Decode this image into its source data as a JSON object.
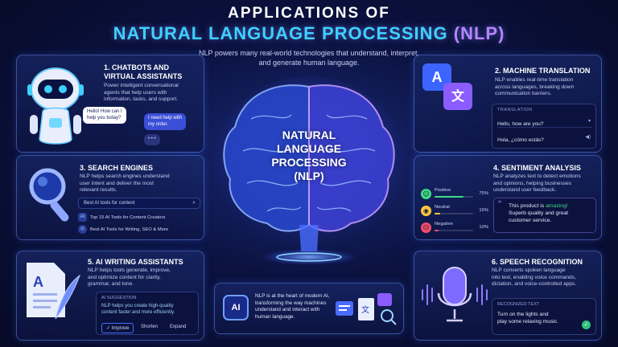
{
  "header": {
    "line1": "APPLICATIONS OF",
    "line2_main": "NATURAL LANGUAGE PROCESSING ",
    "line2_accent": "(NLP)",
    "subtitle_1": "NLP powers many real-world technologies that understand, interpret,",
    "subtitle_2": "and generate human language."
  },
  "center": {
    "l1": "NATURAL",
    "l2": "LANGUAGE",
    "l3": "PROCESSING",
    "l4": "(NLP)"
  },
  "chatbots": {
    "title_1": "1. CHATBOTS AND",
    "title_2": "VIRTUAL ASSISTANTS",
    "desc_1": "Power intelligent conversational",
    "desc_2": "agents that help users with",
    "desc_3": "information, tasks, and support.",
    "bubble_bot_1": "Hello! How can I",
    "bubble_bot_2": "help you today?",
    "bubble_user_1": "I need help with",
    "bubble_user_2": "my order.",
    "typing": "• • •"
  },
  "translation": {
    "title": "2. MACHINE TRANSLATION",
    "desc_1": "NLP enables real-time translation",
    "desc_2": "across languages, breaking down",
    "desc_3": "communication barriers.",
    "panel_label": "TRANSLATION",
    "source": "Hello, how are you?",
    "target": "Hola, ¿cómo estás?",
    "glyph_a": "A",
    "glyph_b": "文"
  },
  "search": {
    "title": "3. SEARCH ENGINES",
    "desc_1": "NLP helps search engines understand",
    "desc_2": "user intent and deliver the most",
    "desc_3": "relevant results.",
    "query": "Best AI tools for content",
    "result_1": "Top 15 AI Tools for Content Creators",
    "result_2": "Best AI Tools for Writing, SEO & More",
    "result_1_icon": "AI"
  },
  "sentiment": {
    "title": "4. SENTIMENT ANALYSIS",
    "desc_1": "NLP analyzes text to detect emotions",
    "desc_2": "and opinions, helping businesses",
    "desc_3": "understand user feedback.",
    "rows": [
      {
        "label": "Positive",
        "value": "75%",
        "fraction": 0.75,
        "color": "#3ddc84"
      },
      {
        "label": "Neutral",
        "value": "15%",
        "fraction": 0.15,
        "color": "#ffc93c"
      },
      {
        "label": "Negative",
        "value": "10%",
        "fraction": 0.1,
        "color": "#ff4d6d"
      }
    ],
    "quote_pre": "This product is ",
    "quote_hl": "amazing!",
    "quote_2": "Superb quality and great",
    "quote_3": "customer service."
  },
  "writing": {
    "title": "5. AI WRITING ASSISTANTS",
    "desc_1": "NLP helps tools generate, improve,",
    "desc_2": "and optimize content for clarity,",
    "desc_3": "grammar, and tone.",
    "sugg_label": "AI SUGGESTION",
    "sugg_1": "NLP helps you create high-quality",
    "sugg_2": "content faster and more efficiently.",
    "btn_improve": "✓ Improve",
    "btn_shorten": "Shorten",
    "btn_expand": "Expand"
  },
  "core": {
    "badge": "AI",
    "text_1": "NLP is at the heart of modern AI,",
    "text_2": "transforming the way machines",
    "text_3": "understand and interact with",
    "text_4": "human language."
  },
  "speech": {
    "title": "6. SPEECH RECOGNITION",
    "desc_1": "NLP converts spoken language",
    "desc_2": "into text, enabling voice commands,",
    "desc_3": "dictation, and voice-controlled apps.",
    "panel_label": "RECOGNIZED TEXT",
    "text_1": "Turn on the lights and",
    "text_2": "play some relaxing music."
  },
  "colors": {
    "accent_cyan": "#3fd0ff",
    "accent_purple": "#b784ff",
    "card_border": "#6e96ff"
  }
}
